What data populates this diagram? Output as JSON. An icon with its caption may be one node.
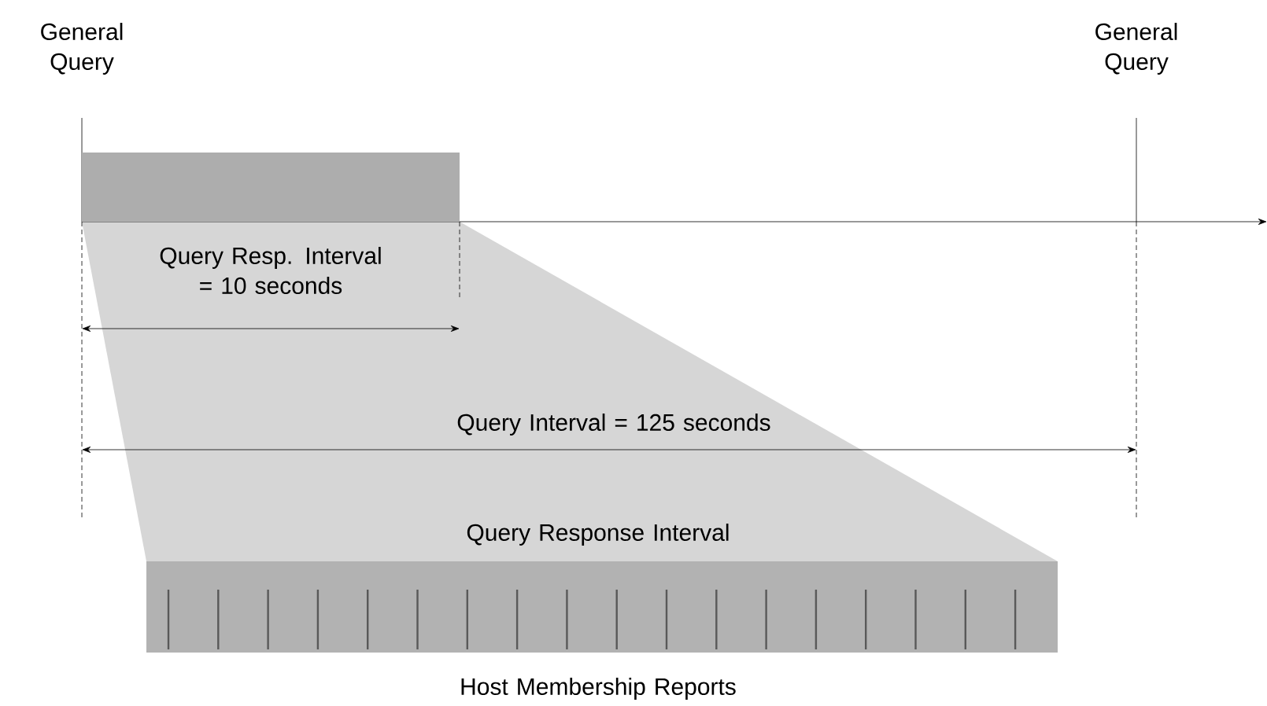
{
  "diagram": {
    "nodes": [
      {
        "text": [
          "General Query"
        ]
      },
      {
        "text": [
          "General Query"
        ]
      },
      {
        "text": [],
        "shape": "box"
      },
      {
        "text": [],
        "shape": "bar"
      }
    ],
    "labels": [
      "Query Resp. Interval = 10 seconds",
      "Query Interval = 125 seconds",
      "Query Response Interval",
      "Host Membership Reports"
    ]
  }
}
